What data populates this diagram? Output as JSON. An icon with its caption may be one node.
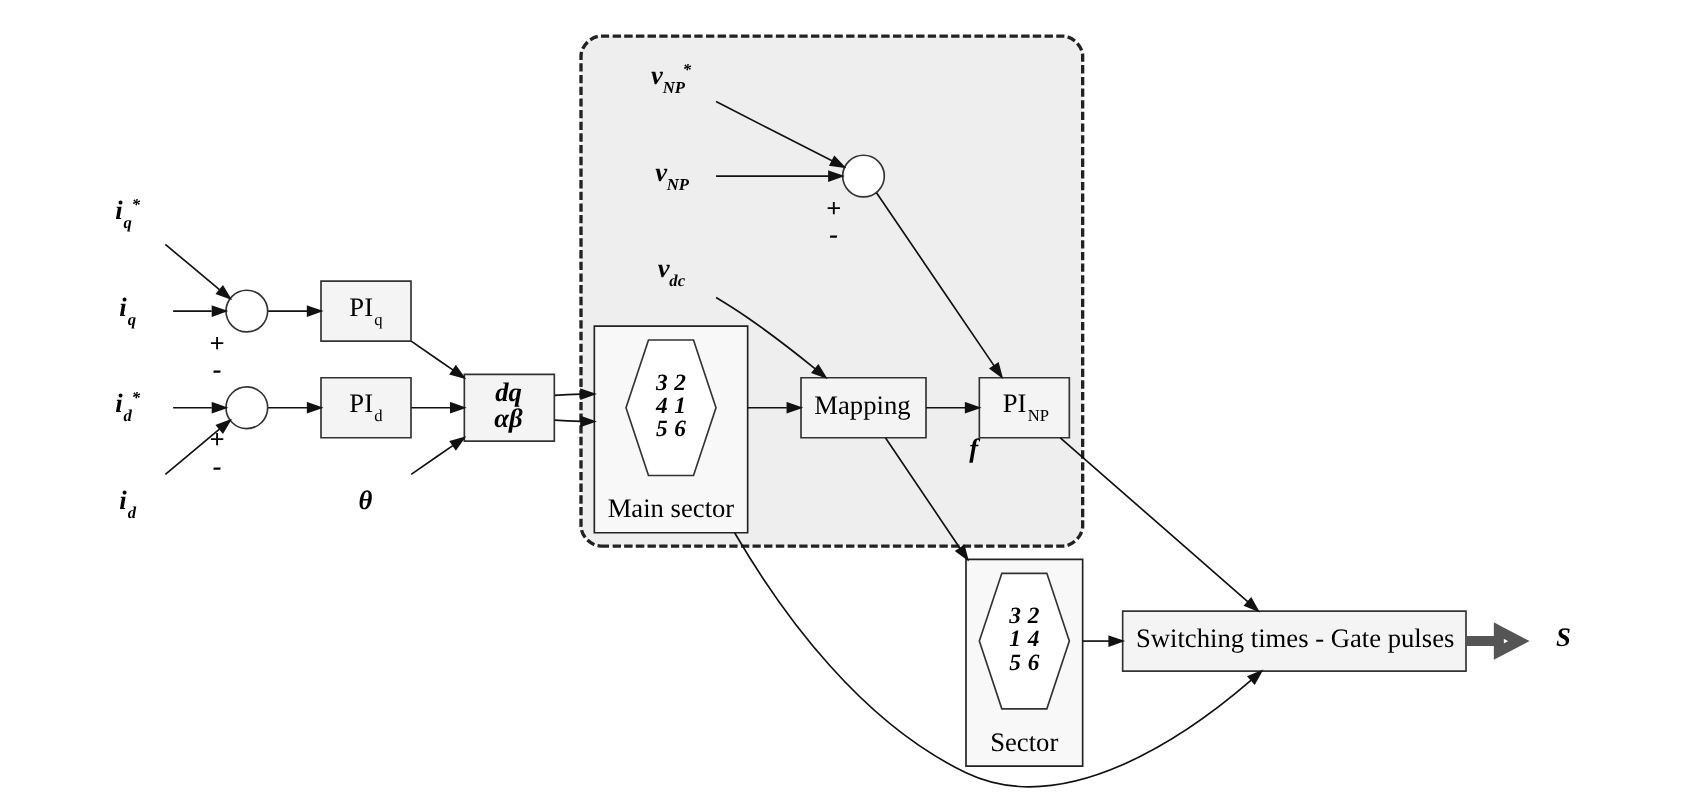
{
  "diagram": {
    "nodes": [
      {
        "text": [
          "i$_{q}$$^{*}$"
        ]
      },
      {
        "text": [],
        "shape": "circle",
        "beside": [
          "+",
          "-"
        ]
      },
      {
        "text": [
          "i$_{q}$"
        ]
      },
      {
        "text": [
          "PI$_{q}$"
        ]
      },
      {
        "text": [
          "i$_{d}$$^{*}$"
        ]
      },
      {
        "text": [],
        "shape": "circle",
        "beside": [
          "+",
          "-"
        ]
      },
      {
        "text": [
          "i$_{d}$"
        ]
      },
      {
        "text": [
          "PI$_{d}$"
        ]
      },
      {
        "text": [
          "dq",
          "αβ"
        ]
      },
      {
        "text": [
          "θ"
        ]
      },
      {
        "text": [],
        "shape": "box"
      },
      {
        "text": [
          "Main sector"
        ],
        "in": 10
      },
      {
        "text": [
          "3",
          "2",
          "4",
          "1",
          "5",
          "6"
        ],
        "in": 11
      },
      {
        "text": [
          "v$_{dc}$"
        ],
        "in": 10
      },
      {
        "text": [
          "Mapping"
        ],
        "in": 10
      },
      {
        "text": [
          "v$_{NP}$$^{*}$"
        ],
        "in": 10
      },
      {
        "text": [],
        "shape": "circle",
        "beside": [
          "+",
          "-"
        ],
        "in": 10
      },
      {
        "text": [
          "v$_{NP}$"
        ],
        "in": 10
      },
      {
        "text": [
          "PI$_{NP}$"
        ],
        "beside": [
          "f"
        ],
        "in": 10
      },
      {
        "text": [
          "Sector"
        ]
      },
      {
        "text": [
          "3",
          "2",
          "1",
          "4",
          "5",
          "6"
        ],
        "in": 19
      },
      {
        "text": [
          "Switching times - Gate pulses"
        ]
      },
      {
        "text": [
          "S"
        ]
      }
    ],
    "edges": [
      {
        "from": 0,
        "to": 1,
        "arrow": "to"
      },
      {
        "from": 2,
        "to": 1,
        "arrow": "to"
      },
      {
        "from": 1,
        "to": 3,
        "arrow": "to"
      },
      {
        "from": 3,
        "to": 8,
        "arrow": "to"
      },
      {
        "from": 4,
        "to": 5,
        "arrow": "to"
      },
      {
        "from": 6,
        "to": 5,
        "arrow": "to"
      },
      {
        "from": 5,
        "to": 7,
        "arrow": "to"
      },
      {
        "from": 7,
        "to": 8,
        "arrow": "to"
      },
      {
        "from": 9,
        "to": 8,
        "arrow": "to"
      },
      {
        "from": 8,
        "to": 11,
        "arrow": "to"
      },
      {
        "from": 8,
        "to": 11,
        "arrow": "to"
      },
      {
        "from": 11,
        "to": 21,
        "arrow": "to"
      },
      {
        "from": 11,
        "to": 14,
        "arrow": "to"
      },
      {
        "from": 13,
        "to": 14,
        "arrow": "to"
      },
      {
        "from": 14,
        "to": 19,
        "arrow": "to"
      },
      {
        "from": 14,
        "to": 18,
        "arrow": "to"
      },
      {
        "from": 15,
        "to": 16,
        "arrow": "to"
      },
      {
        "from": 17,
        "to": 16,
        "arrow": "to"
      },
      {
        "from": 16,
        "to": 18,
        "arrow": "to"
      },
      {
        "from": 19,
        "to": 21,
        "arrow": "to"
      },
      {
        "from": 18,
        "to": 21,
        "arrow": "to"
      },
      {
        "from": 21,
        "to": 22,
        "arrow": "to",
        "style": "thick"
      }
    ]
  }
}
